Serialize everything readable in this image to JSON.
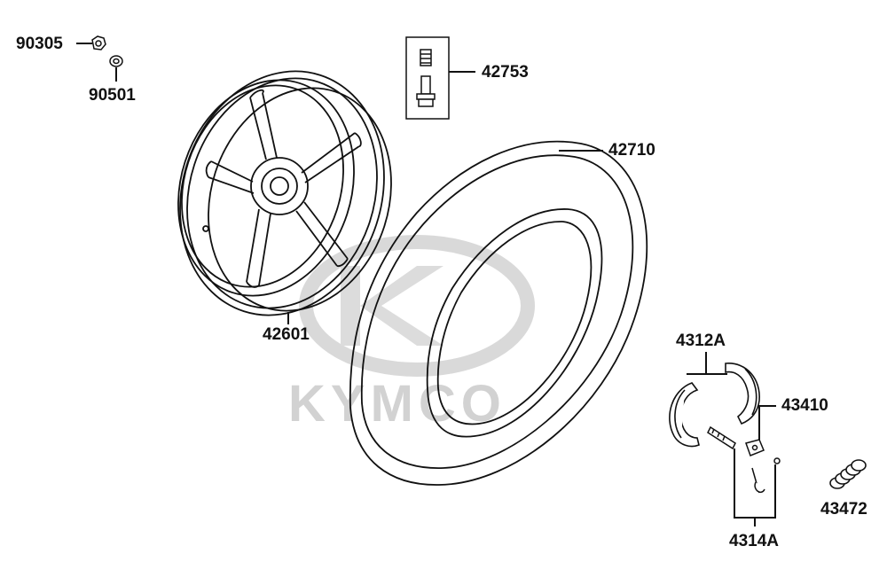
{
  "diagram": {
    "watermark": "KYMCO",
    "parts": [
      {
        "id": "90305"
      },
      {
        "id": "90501"
      },
      {
        "id": "42753"
      },
      {
        "id": "42710"
      },
      {
        "id": "42601"
      },
      {
        "id": "4312A"
      },
      {
        "id": "43410"
      },
      {
        "id": "43472"
      },
      {
        "id": "4314A"
      }
    ]
  }
}
